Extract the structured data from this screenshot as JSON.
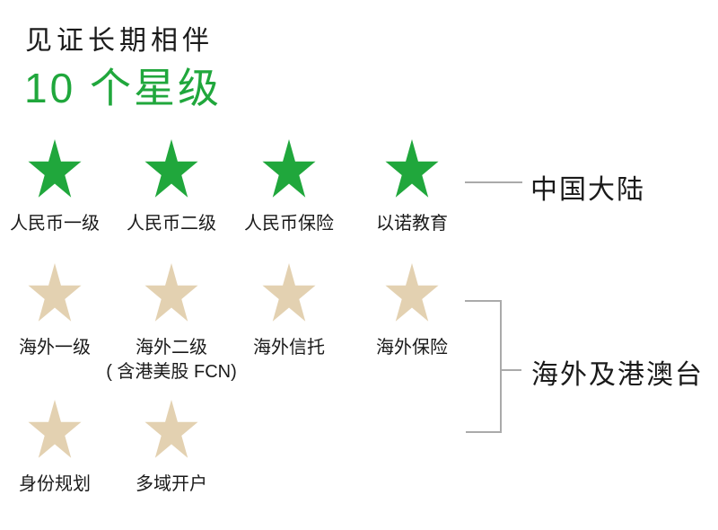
{
  "header": {
    "title": "见证长期相伴",
    "subtitle": "10 个星级"
  },
  "colors": {
    "star-green": "#20a73c",
    "star-tan": "#e3d1b1",
    "line-gray": "#aaaaaa",
    "text-dark": "#1a1a1a"
  },
  "groups": {
    "mainland": "中国大陆",
    "overseas": "海外及港澳台"
  },
  "rows": [
    {
      "name": "mainland-stars",
      "items": [
        {
          "label": "人民币一级"
        },
        {
          "label": "人民币二级"
        },
        {
          "label": "人民币保险"
        },
        {
          "label": "以诺教育"
        }
      ]
    },
    {
      "name": "overseas-stars",
      "items": [
        {
          "label": "海外一级"
        },
        {
          "label": "海外二级",
          "sublabel": "( 含港美股 FCN)"
        },
        {
          "label": "海外信托"
        },
        {
          "label": "海外保险"
        }
      ]
    },
    {
      "name": "overseas-stars-2",
      "items": [
        {
          "label": "身份规划"
        },
        {
          "label": "多域开户"
        }
      ]
    }
  ]
}
